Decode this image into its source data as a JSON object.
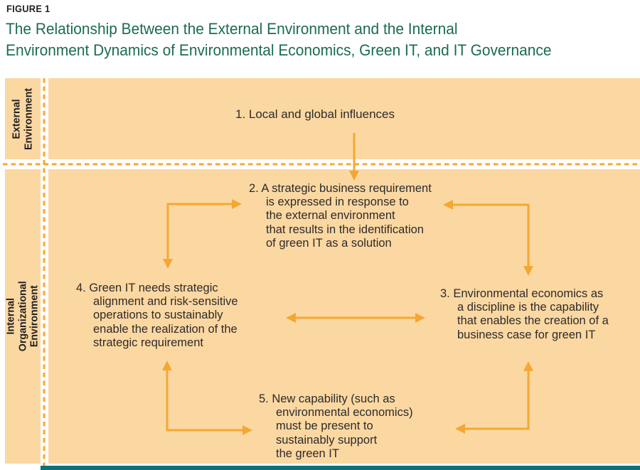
{
  "colors": {
    "band_fill": "#FBD8A2",
    "arrow_orange": "#F5A733",
    "title_green": "#1B6C4F",
    "node_text": "#2E2A2B",
    "label_text": "#231F20",
    "footer_bar": "#116E7C"
  },
  "figure": {
    "eyebrow": "FIGURE 1",
    "title_lines": [
      "The Relationship Between the External Environment and the Internal",
      "Environment Dynamics of Environmental Economics, Green IT, and IT Governance"
    ]
  },
  "diagram": {
    "external_label": [
      "External",
      "Environment"
    ],
    "internal_label": "Internal Organizational Environment",
    "nodes": {
      "n1": {
        "text": "1. Local and global influences"
      },
      "n2": {
        "lines": [
          "2. A strategic business requirement",
          "is expressed in response to",
          "the external environment",
          "that results in the identification",
          "of green IT as a solution"
        ]
      },
      "n3": {
        "lines": [
          "3. Environmental economics as",
          "a discipline is the capability",
          "that enables the creation of a",
          "business case for green IT"
        ]
      },
      "n4": {
        "lines": [
          "4. Green IT needs strategic",
          "alignment and risk-sensitive",
          "operations to sustainably",
          "enable the realization of the",
          "strategic requirement"
        ]
      },
      "n5": {
        "lines": [
          "5. New capability (such as",
          "environmental economics)",
          "must be present to",
          "sustainably support",
          "the green IT"
        ]
      }
    }
  }
}
